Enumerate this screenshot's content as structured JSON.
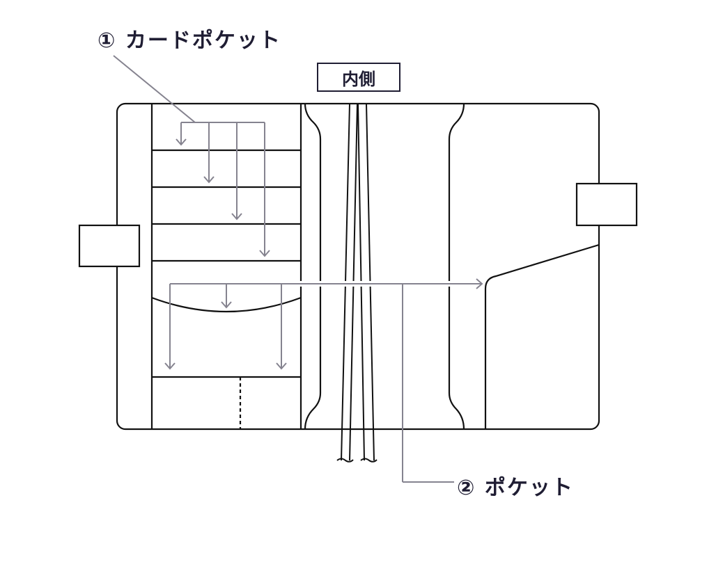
{
  "labels": {
    "card_pocket": "① カードポケット",
    "pocket": "② ポケット",
    "inside": "内側"
  },
  "colors": {
    "line": "#111111",
    "leader": "#85838f",
    "text": "#1f1d33"
  }
}
